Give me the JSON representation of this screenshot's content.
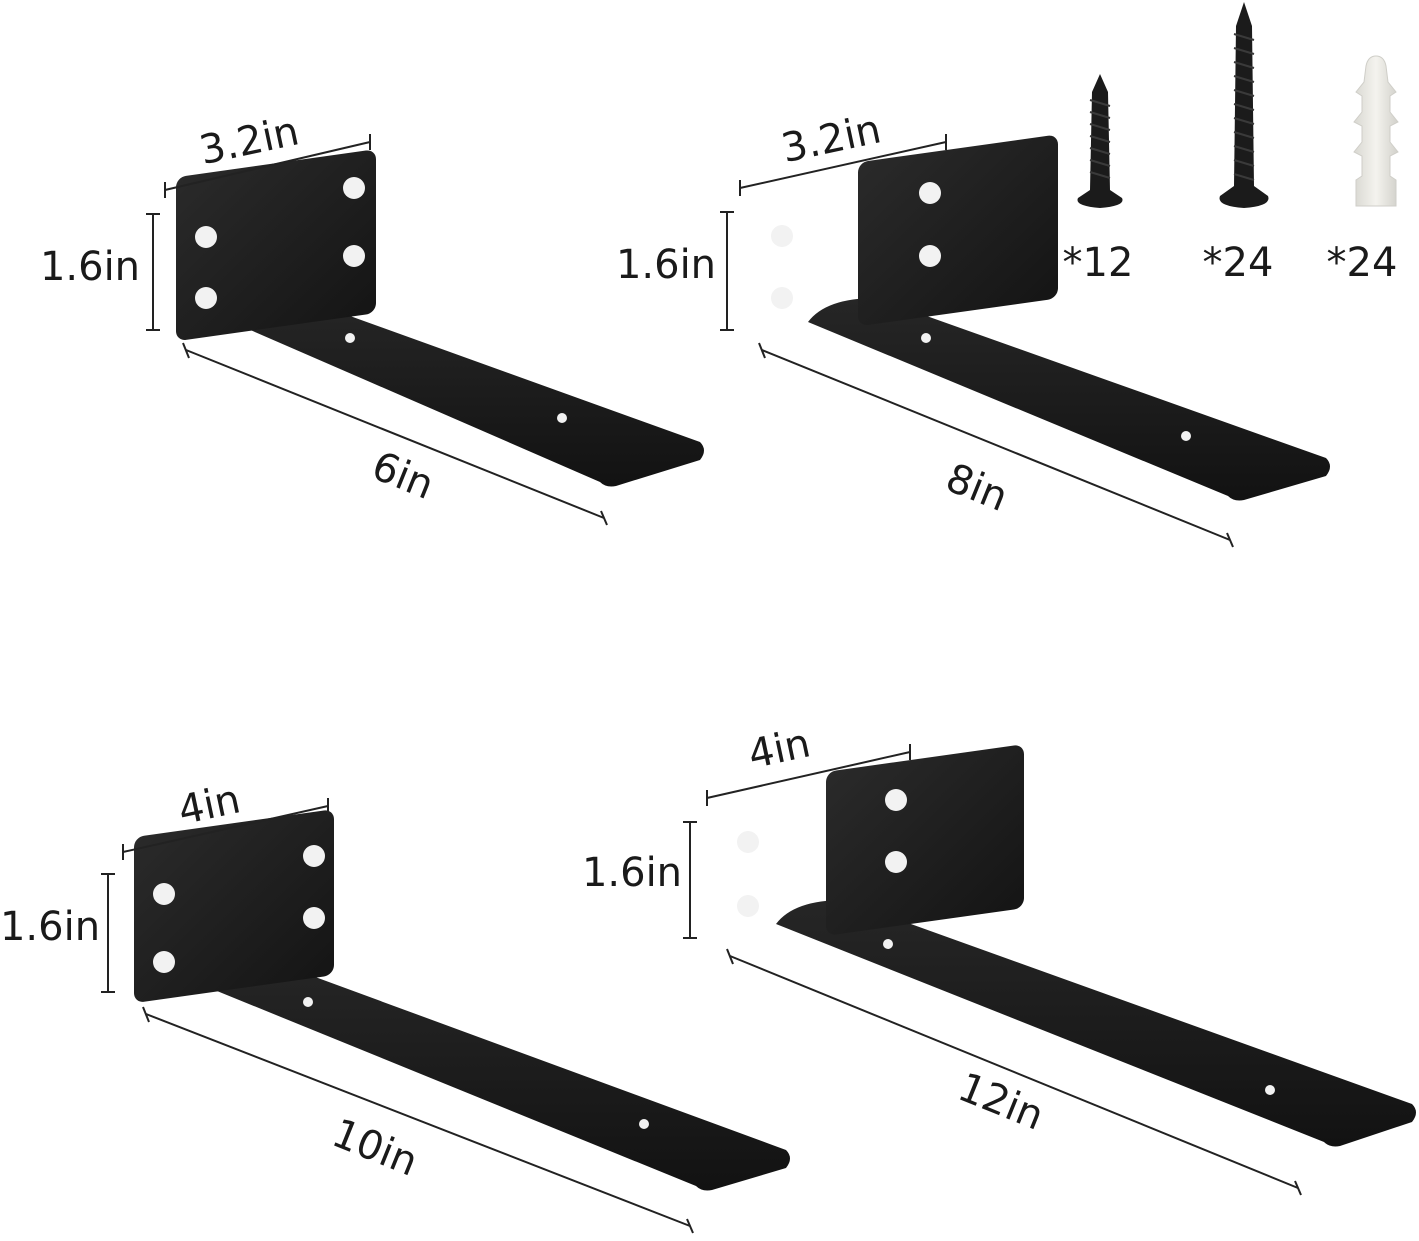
{
  "brackets": [
    {
      "width_label": "3.2in",
      "height_label": "1.6in",
      "length_label": "6in"
    },
    {
      "width_label": "3.2in",
      "height_label": "1.6in",
      "length_label": "8in"
    },
    {
      "width_label": "4in",
      "height_label": "1.6in",
      "length_label": "10in"
    },
    {
      "width_label": "4in",
      "height_label": "1.6in",
      "length_label": "12in"
    }
  ],
  "hardware": [
    {
      "icon": "short-screw-icon",
      "qty_label": "*12"
    },
    {
      "icon": "long-screw-icon",
      "qty_label": "*24"
    },
    {
      "icon": "wall-anchor-icon",
      "qty_label": "*24"
    }
  ],
  "colors": {
    "metal": "#1e1e1e",
    "metal_edge": "#2c2c2c",
    "anchor": "#ecebe6"
  }
}
